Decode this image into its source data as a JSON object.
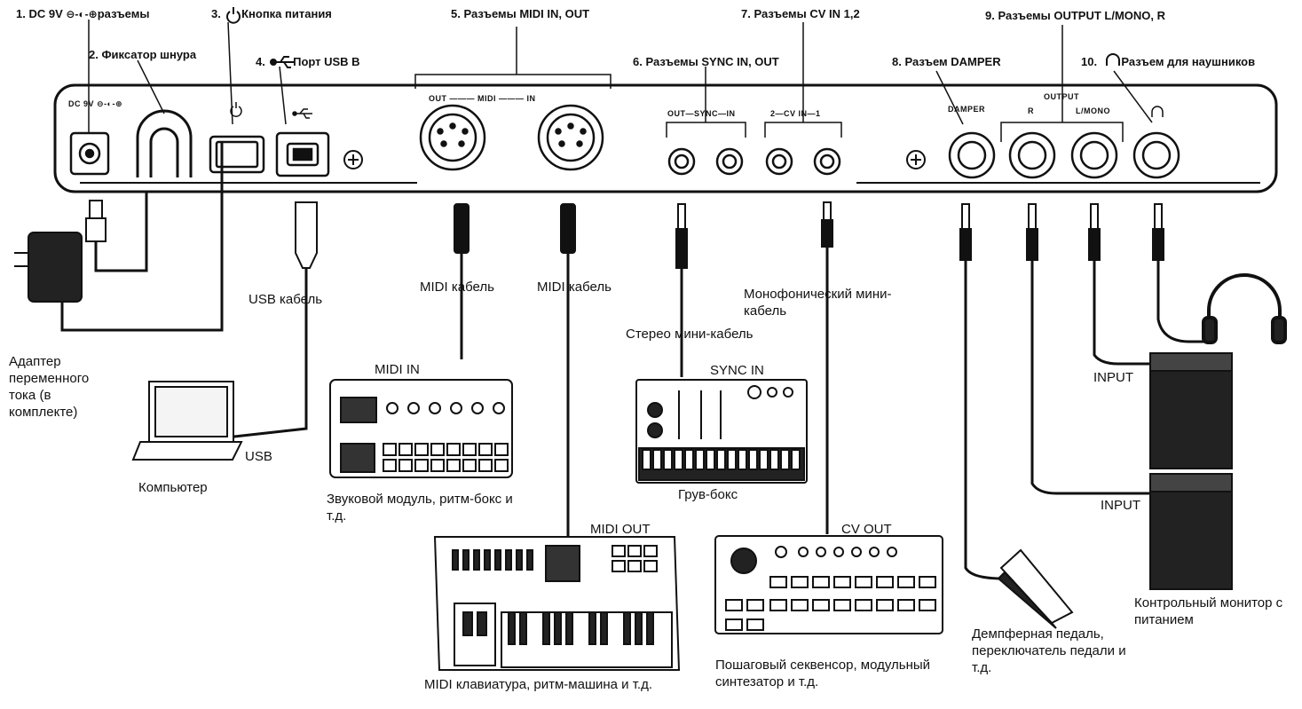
{
  "captions": {
    "dc": "1. DC 9V",
    "dc_suffix": "разъемы",
    "lock": "2. Фиксатор шнура",
    "power": "3.",
    "power_suffix": "Кнопка питания",
    "usb": "4.",
    "usb_suffix": "Порт USB B",
    "midi": "5. Разъемы MIDI IN, OUT",
    "sync": "6. Разъемы SYNC IN, OUT",
    "cv": "7. Разъемы CV IN 1,2",
    "damper": "8. Разъем DAMPER",
    "output": "9. Разъемы OUTPUT L/MONO, R",
    "phones": "10.",
    "phones_suffix": "Разъем для наушников"
  },
  "panel_labels": {
    "dc": "DC 9V",
    "midi": "OUT ——— MIDI ——— IN",
    "sync": "OUT—SYNC—IN",
    "cv": "2—CV IN—1",
    "damper": "DAMPER",
    "output": "OUTPUT",
    "r": "R",
    "lmono": "L/MONO"
  },
  "cables": {
    "usb": "USB кабель",
    "midi1": "MIDI кабель",
    "midi2": "MIDI кабель",
    "stereo": "Стерео мини-кабель",
    "mono": "Монофонический мини-кабель",
    "usb_short": "USB"
  },
  "devices": {
    "adapter": "Адаптер переменного тока (в комплекте)",
    "computer": "Компьютер",
    "sound_module": "Звуковой модуль, ритм-бокс и т.д.",
    "midi_in": "MIDI IN",
    "groovebox": "Грув-бокс",
    "sync_in": "SYNC IN",
    "keyboard": "MIDI клавиатура, ритм-машина и т.д.",
    "midi_out": "MIDI OUT",
    "sequencer": "Пошаговый секвенсор, модульный синтезатор и т.д.",
    "cv_out": "CV OUT",
    "pedal": "Демпферная педаль, переключатель педали и т.д.",
    "monitor": "Контрольный монитор с питанием",
    "input1": "INPUT",
    "input2": "INPUT"
  },
  "colors": {
    "ink": "#111111",
    "panel": "#ffffff",
    "fill": "#222222"
  }
}
